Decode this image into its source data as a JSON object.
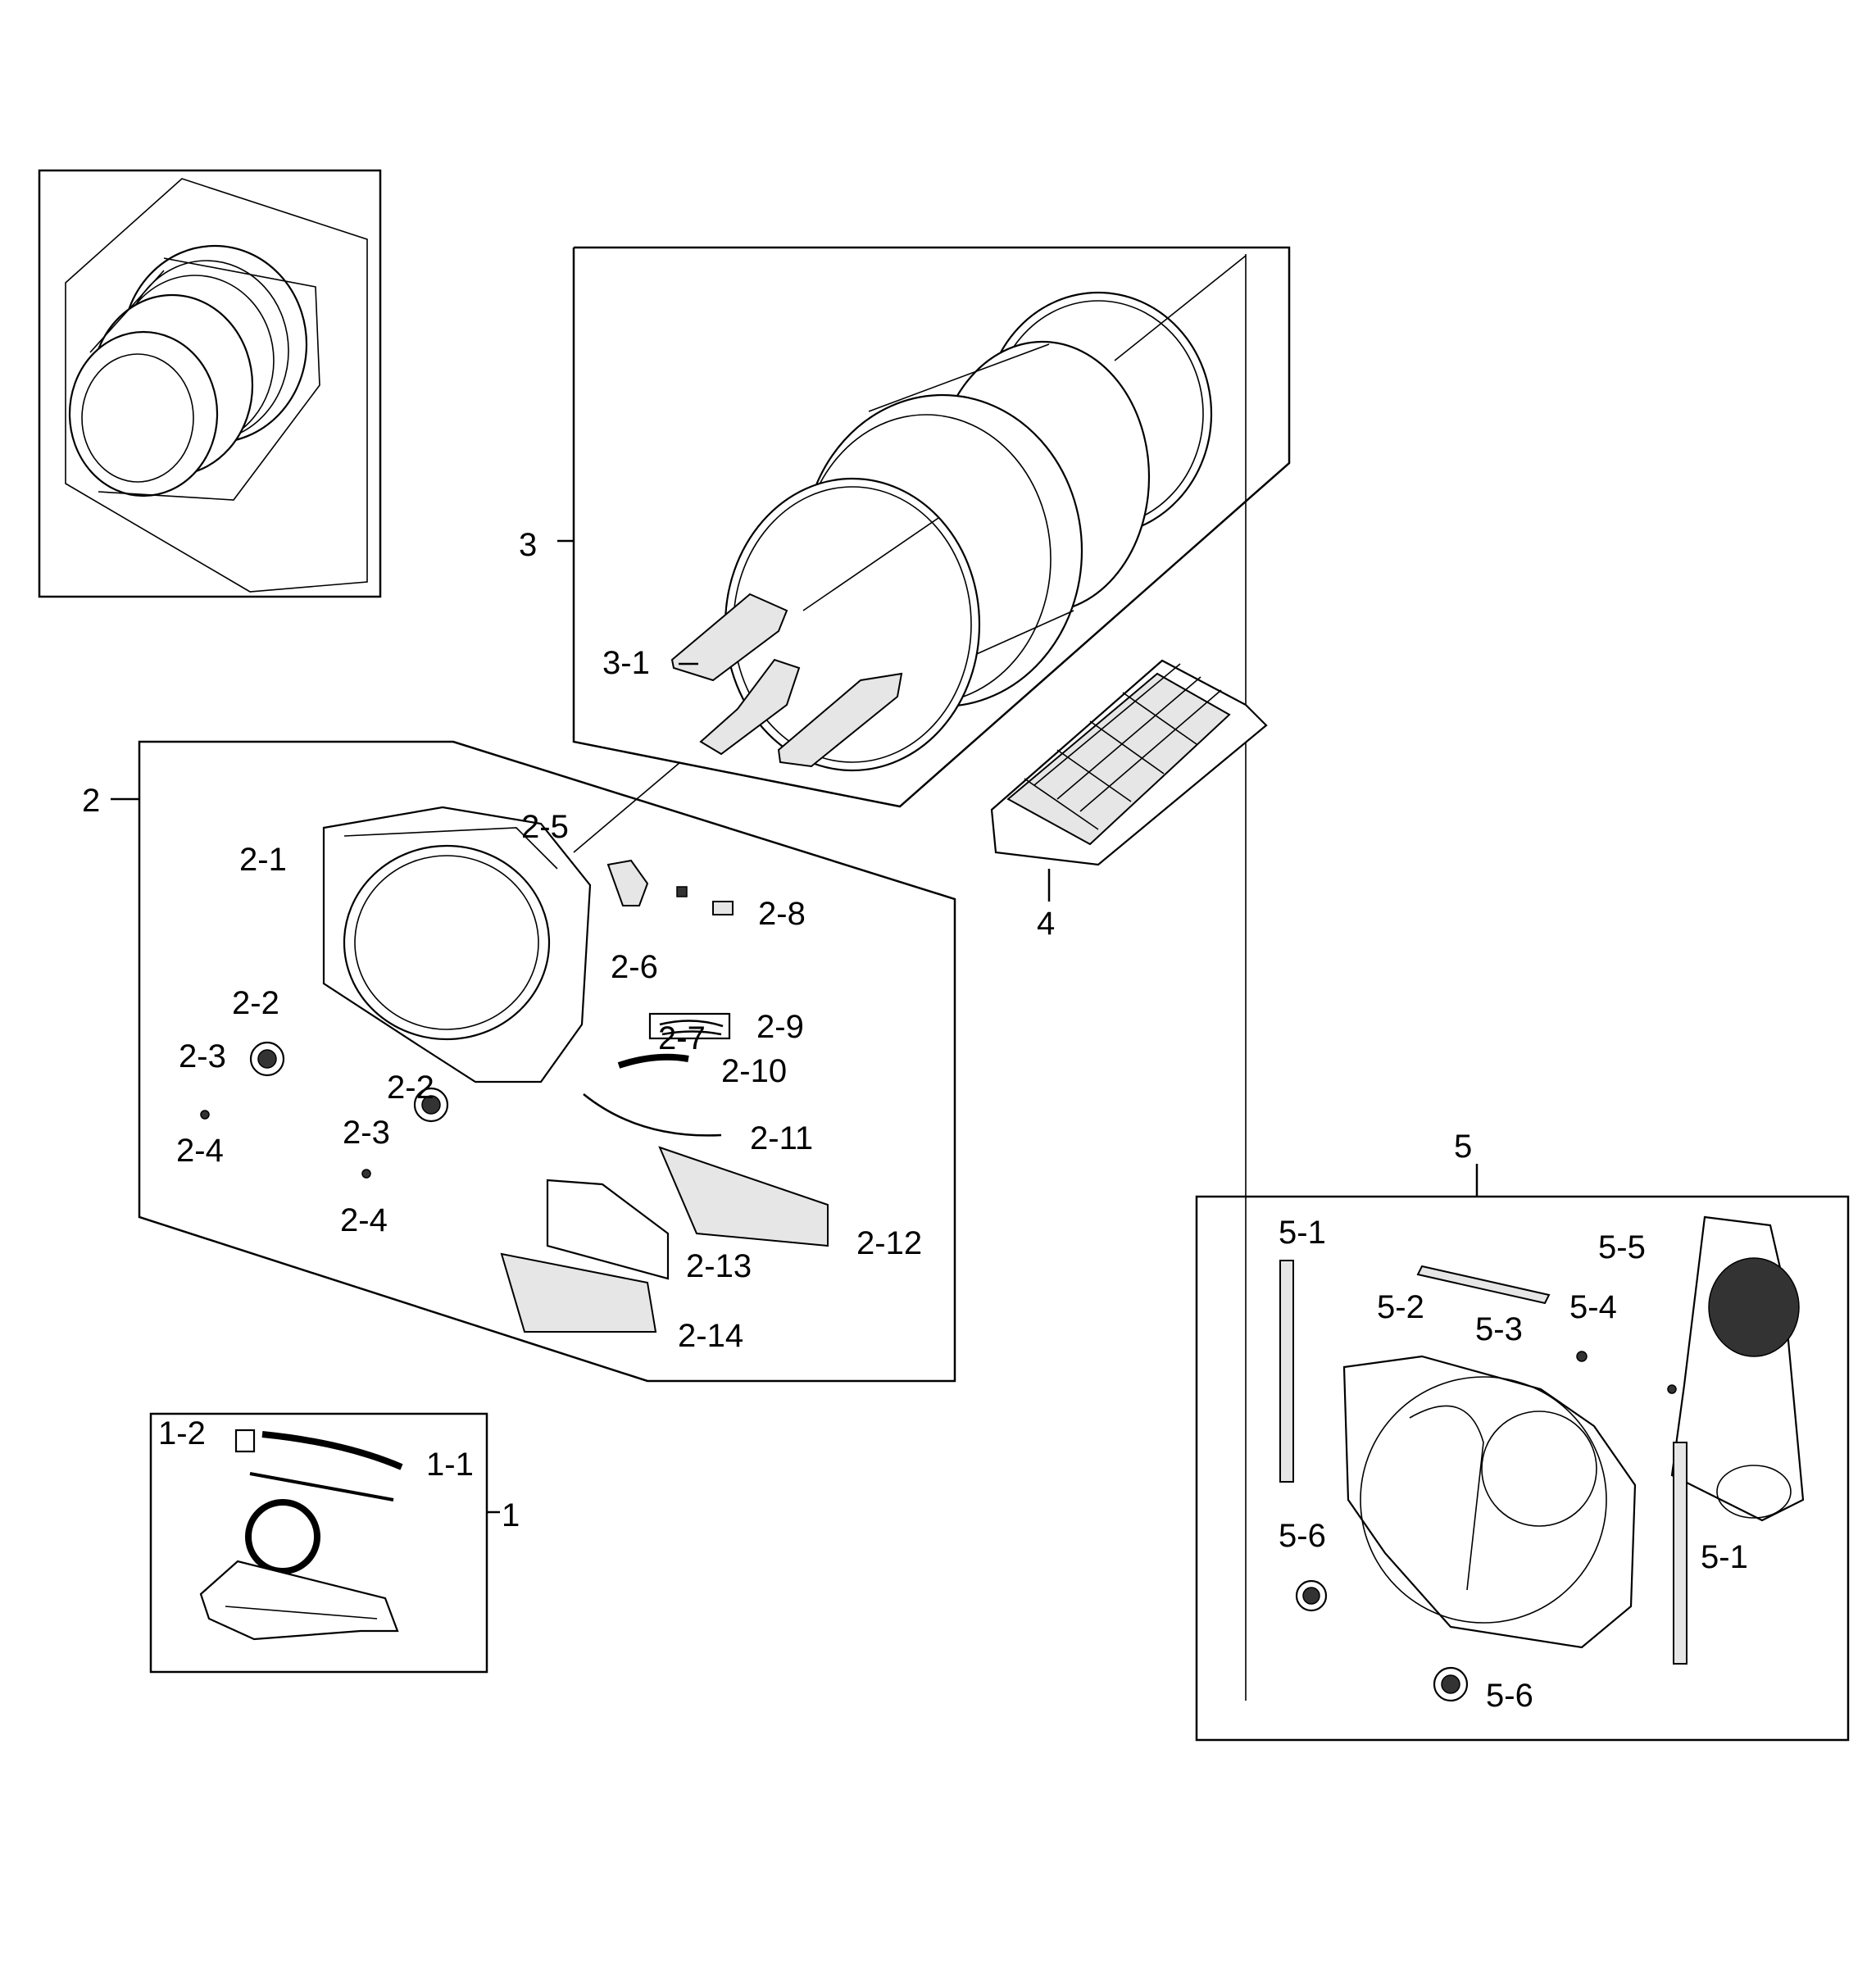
{
  "callouts": {
    "c1": "1",
    "c1_1": "1-1",
    "c1_2": "1-2",
    "c2": "2",
    "c2_1": "2-1",
    "c2_2a": "2-2",
    "c2_2b": "2-2",
    "c2_3a": "2-3",
    "c2_3b": "2-3",
    "c2_4a": "2-4",
    "c2_4b": "2-4",
    "c2_5": "2-5",
    "c2_6": "2-6",
    "c2_7": "2-7",
    "c2_8": "2-8",
    "c2_9": "2-9",
    "c2_10": "2-10",
    "c2_11": "2-11",
    "c2_12": "2-12",
    "c2_13": "2-13",
    "c2_14": "2-14",
    "c3": "3",
    "c3_1": "3-1",
    "c4": "4",
    "c5": "5",
    "c5_1a": "5-1",
    "c5_1b": "5-1",
    "c5_2": "5-2",
    "c5_3": "5-3",
    "c5_4": "5-4",
    "c5_5": "5-5",
    "c5_6a": "5-6",
    "c5_6b": "5-6"
  }
}
